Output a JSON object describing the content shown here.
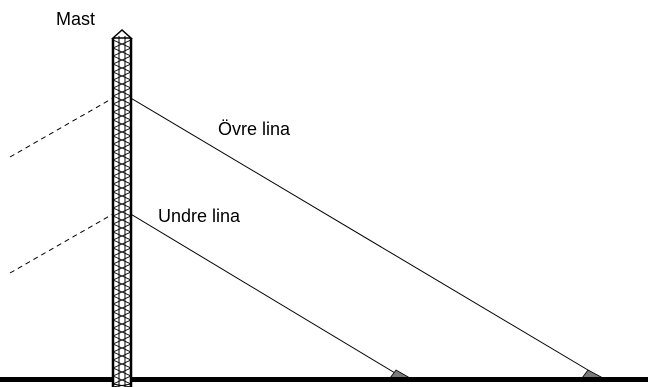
{
  "labels": {
    "mast": "Mast",
    "upper_line": "Övre lina",
    "lower_line": "Undre lina"
  },
  "colors": {
    "line": "#000000",
    "mast_fill": "#ffffff",
    "anchor": "#7a7a7a",
    "ground": "#000000"
  }
}
